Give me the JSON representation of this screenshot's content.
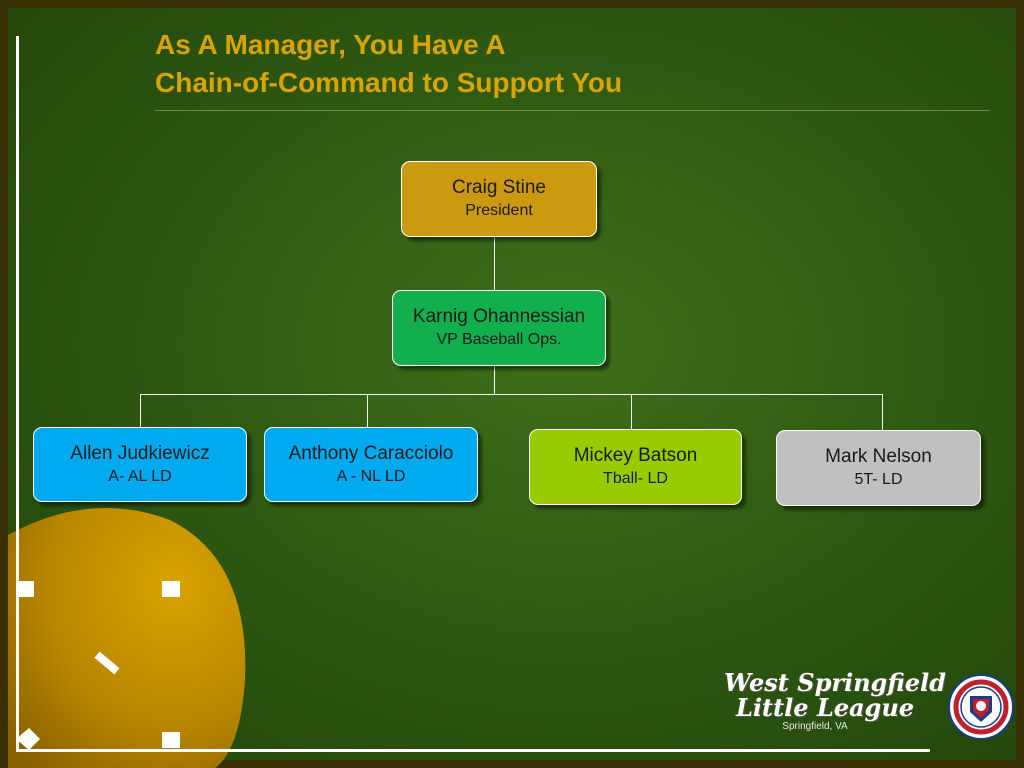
{
  "title": {
    "line1": "As A Manager, You Have A",
    "line2": "Chain-of-Command to Support You"
  },
  "org": {
    "president": {
      "name": "Craig Stine",
      "role": "President"
    },
    "vp": {
      "name": "Karnig Ohannessian",
      "role": "VP Baseball Ops."
    },
    "directors": [
      {
        "name": "Allen Judkiewicz",
        "role": "A- AL LD"
      },
      {
        "name": "Anthony Caracciolo",
        "role": "A - NL LD"
      },
      {
        "name": "Mickey Batson",
        "role": "Tball- LD"
      },
      {
        "name": "Mark Nelson",
        "role": "5T-  LD"
      }
    ]
  },
  "logo": {
    "line1": "West Springfield",
    "line2": "Little League",
    "location": "Springfield, VA"
  },
  "colors": {
    "title": "#d9a300",
    "president_box": "#cc9a10",
    "vp_box": "#12b04c",
    "american_national_box": "#00aaf0",
    "tball_box": "#99cc00",
    "five_t_box": "#c0c0c0",
    "infield": "#c89400"
  }
}
